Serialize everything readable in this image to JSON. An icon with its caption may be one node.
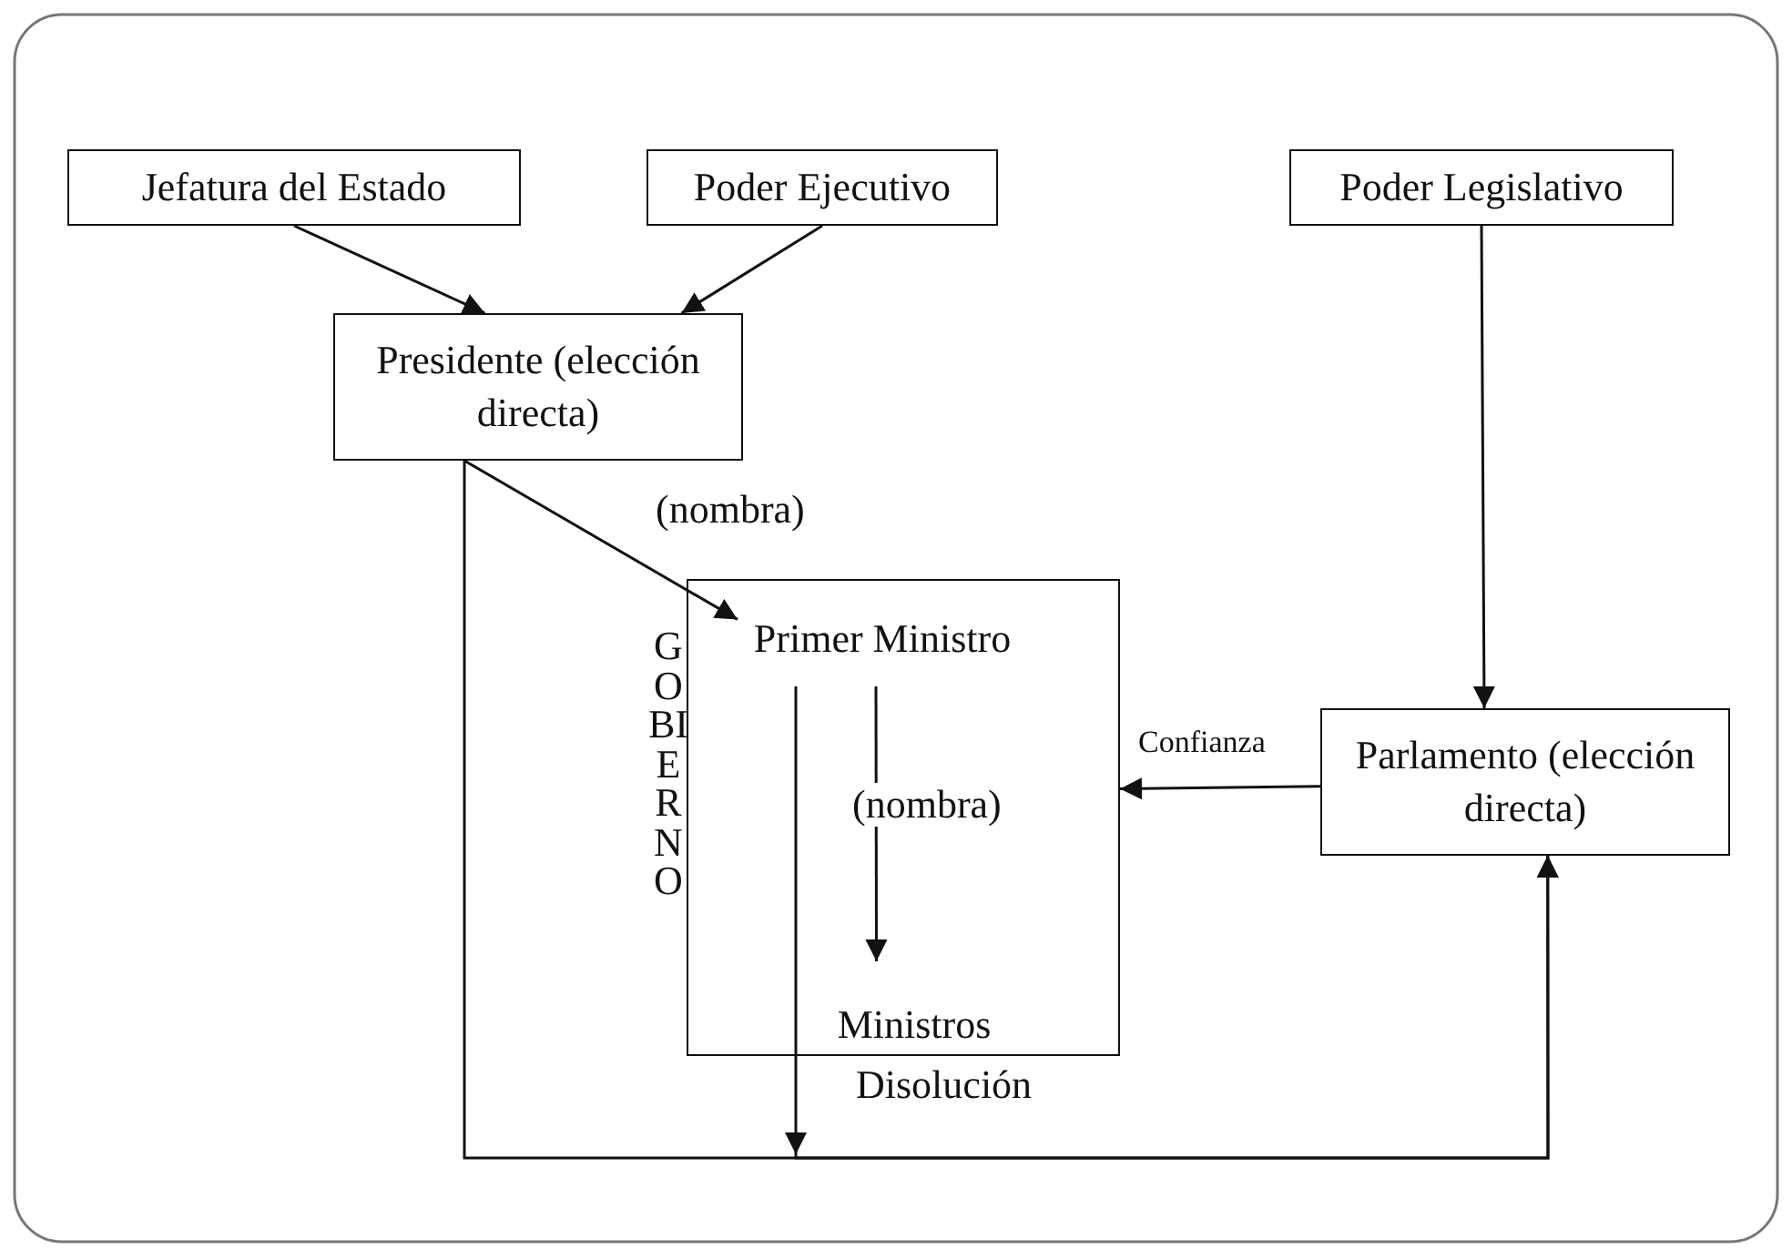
{
  "diagram": {
    "nodes": [
      {
        "text": [
          "Jefatura del Estado"
        ]
      },
      {
        "text": [
          "Poder Ejecutivo"
        ]
      },
      {
        "text": [
          "Poder Legislativo"
        ]
      },
      {
        "text": [
          "Presidente (elección directa)"
        ]
      },
      {
        "text": [
          "GOBIERNO"
        ]
      },
      {
        "text": [
          "Primer Ministro"
        ],
        "in": 4
      },
      {
        "text": [
          "Ministros"
        ],
        "in": 4
      },
      {
        "text": [
          "Parlamento (elección directa)"
        ]
      }
    ],
    "edges": [
      {
        "from": 0,
        "to": 3,
        "arrow": "to"
      },
      {
        "from": 1,
        "to": 3,
        "arrow": "to"
      },
      {
        "from": 2,
        "to": 7,
        "arrow": "to"
      },
      {
        "from": 3,
        "to": 5,
        "arrow": "to",
        "label": "(nombra)"
      },
      {
        "from": 5,
        "to": 6,
        "arrow": "to",
        "label": "(nombra)"
      },
      {
        "from": 7,
        "to": 4,
        "arrow": "to",
        "label": "Confianza"
      },
      {
        "from": 3,
        "to": 7,
        "arrow": "to",
        "label": "Disolución"
      },
      {
        "from": 5,
        "to": 7,
        "arrow": "to"
      }
    ]
  }
}
